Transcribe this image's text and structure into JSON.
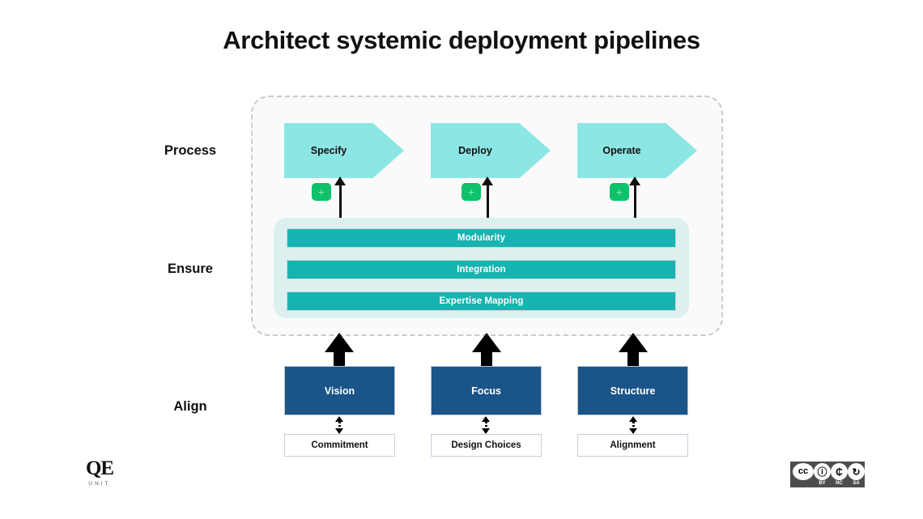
{
  "slide": {
    "title": "Architect systemic deployment pipelines"
  },
  "rows": {
    "process_label": "Process",
    "ensure_label": "Ensure",
    "align_label": "Align"
  },
  "process": {
    "steps": [
      {
        "label": "Specify",
        "badge": "+",
        "badge_icon": "plus-icon"
      },
      {
        "label": "Deploy",
        "badge": "+",
        "badge_icon": "plus-icon"
      },
      {
        "label": "Operate",
        "badge": "+",
        "badge_icon": "plus-icon"
      }
    ]
  },
  "ensure": {
    "bars": [
      {
        "label": "Modularity"
      },
      {
        "label": "Integration"
      },
      {
        "label": "Expertise Mapping"
      }
    ]
  },
  "align": {
    "columns": [
      {
        "label": "Vision",
        "sub_label": "Commitment"
      },
      {
        "label": "Focus",
        "sub_label": "Design Choices"
      },
      {
        "label": "Structure",
        "sub_label": "Alignment"
      }
    ]
  },
  "logo": {
    "mark": "QE",
    "wordmark": "UNIT"
  },
  "license": {
    "items": [
      {
        "glyph": "cc",
        "label": "CC"
      },
      {
        "glyph": "ⓘ",
        "label": "BY"
      },
      {
        "glyph": "₵",
        "label": "NC"
      },
      {
        "glyph": "↻",
        "label": "SA"
      }
    ]
  },
  "colors": {
    "chevron": "#8ce7e4",
    "bar": "#17b3b0",
    "bar_zone": "#dcf0f0",
    "align_box": "#1a5488",
    "badge_green": "#0dc268",
    "dashed_border": "#c9cacb"
  }
}
